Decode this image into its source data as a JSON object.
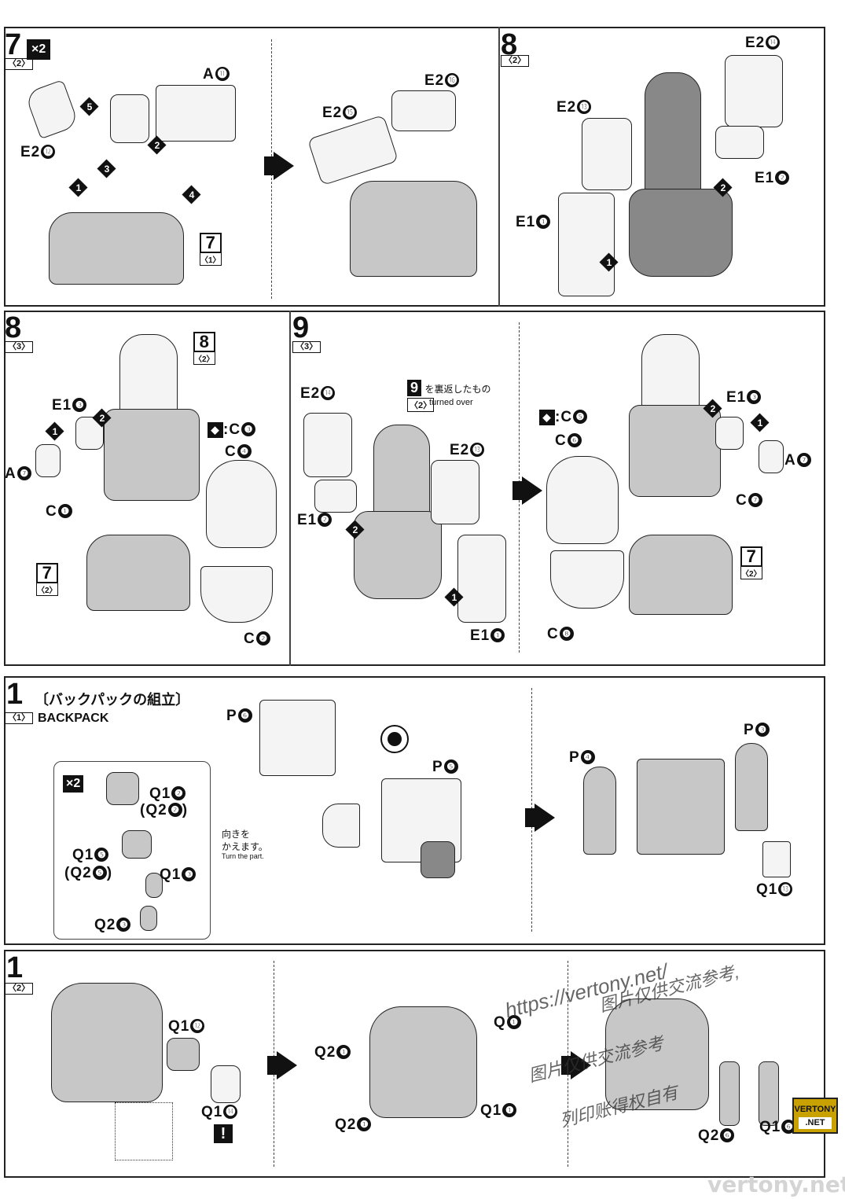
{
  "row1": {
    "step7": {
      "num": "7",
      "sub": "〈2〉",
      "times": "×2"
    },
    "labels": {
      "A11": "A",
      "A11c": "⓫",
      "E2_12": "E2",
      "E2_12c": "⓬",
      "E2_15": "E2",
      "E2_15c": "⓯",
      "E2_16": "E2",
      "E2_16c": "⓰"
    },
    "seq": [
      "1",
      "2",
      "3",
      "4",
      "5"
    ],
    "ref7": {
      "num": "7",
      "sub": "〈1〉"
    },
    "step8": {
      "num": "8",
      "sub": "〈2〉"
    },
    "labels8": {
      "E2_14": "E2",
      "E2_14c": "⓮",
      "E2_13": "E2",
      "E2_13c": "⓭",
      "E1_2": "E1",
      "E1_2c": "❷",
      "E1_1": "E1",
      "E1_1c": "❶"
    }
  },
  "row2": {
    "step8": {
      "num": "8",
      "sub": "〈3〉"
    },
    "ref8": {
      "num": "8",
      "sub": "〈2〉"
    },
    "ref7": {
      "num": "7",
      "sub": "〈2〉"
    },
    "left": {
      "E1_3": "E1",
      "E1_3c": "❸",
      "A7": "A",
      "A7c": "❼",
      "C1": "C",
      "C1c": "❶",
      "C3": ":C",
      "C3c": "❸",
      "C4": "C",
      "C4c": "❹",
      "C2": "C",
      "C2c": "❷"
    },
    "step9": {
      "num": "9",
      "sub": "〈3〉"
    },
    "turned": {
      "num": "9",
      "sub": "〈2〉",
      "jp": "を裏返したもの",
      "en": "turned over"
    },
    "mid": {
      "E2_14": "E2",
      "E2_14c": "⓮",
      "E2_13": "E2",
      "E2_13c": "⓭",
      "E1_2": "E1",
      "E1_2c": "❷",
      "E1_1": "E1",
      "E1_1c": "❶"
    },
    "right": {
      "C5": ":C",
      "C5c": "❺",
      "C6": "C",
      "C6c": "❻",
      "E1_3": "E1",
      "E1_3c": "❸",
      "A7": "A",
      "A7c": "❼",
      "C7": "C",
      "C7c": "❼",
      "C8": "C",
      "C8c": "❽"
    },
    "ref7b": {
      "num": "7",
      "sub": "〈2〉"
    }
  },
  "row3": {
    "step1": {
      "num": "1",
      "sub": "〈1〉"
    },
    "title_jp": "〔バックパックの組立〕",
    "title_en": "BACKPACK",
    "times": "×2",
    "labels": {
      "P6": "P",
      "P6c": "❻",
      "P5": "P",
      "P5c": "❺",
      "Q1_2": "Q1",
      "Q1_2c": "❷",
      "Q2_2": "(Q2",
      "Q2_2c": "❷",
      "Q2_2e": ")",
      "Q1_5": "Q1",
      "Q1_5c": "❺",
      "Q2_5": "(Q2",
      "Q2_5c": "❺",
      "Q2_5e": ")",
      "Q1_3": "Q1",
      "Q1_3c": "❸",
      "Q2_3": "Q2",
      "Q2_3c": "❸",
      "P4": "P",
      "P4c": "❹",
      "P3": "P",
      "P3c": "❸",
      "Q1_13": "Q1",
      "Q1_13c": "⓭"
    },
    "turn_jp1": "向きを",
    "turn_jp2": "かえます。",
    "turn_en": "Turn the part."
  },
  "row4": {
    "step1": {
      "num": "1",
      "sub": "〈2〉"
    },
    "labels": {
      "Q1_12": "Q1",
      "Q1_12c": "⓬",
      "Q1_14": "Q1",
      "Q1_14c": "⓮",
      "Q2_1a": "Q2",
      "Q2_1ac": "❶",
      "Q2_1b": "Q2",
      "Q2_1bc": "❶",
      "Q_top": "Q",
      "Q_topc": "❶",
      "Q1_1": "Q1",
      "Q1_1c": "❶",
      "Q2_6": "Q2",
      "Q2_6c": "❻",
      "Q1_6": "Q1",
      "Q1_6c": "❻"
    },
    "warn": "!"
  },
  "watermark": {
    "url": "https://vertony.net/",
    "cn1": "图片仅供交流参考,",
    "cn2": "图片仅供交流参考",
    "cn3": "列印账得权自有",
    "badge1": "VERTONY",
    "badge2": ".NET",
    "footer": "vertony.net"
  }
}
